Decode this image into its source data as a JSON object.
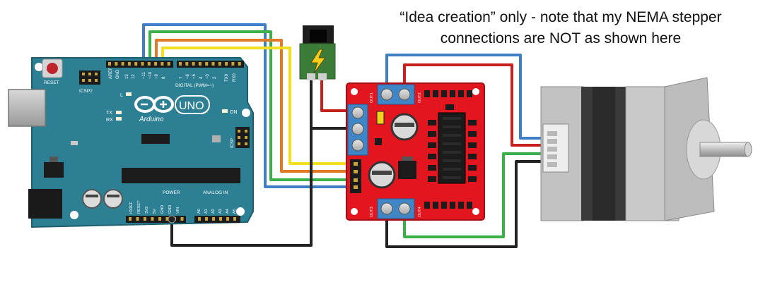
{
  "caption": {
    "line1": "“Idea creation” only - note that my NEMA stepper",
    "line2": "connections are NOT as shown here"
  },
  "arduino": {
    "logo": "Arduino",
    "model": "UNO",
    "reset": "RESET",
    "icsp2": "ICSP2",
    "icsp": "ICSP",
    "digital": "DIGITAL (PWM=~)",
    "led_l": "L",
    "led_tx": "TX",
    "led_rx": "RX",
    "on": "ON",
    "power": "POWER",
    "analog": "ANALOG IN",
    "tx0": "TX0",
    "rx0": "RX0",
    "aref": "AREF",
    "gnd": "GND",
    "pins_top": [
      "13",
      "12",
      "~11",
      "~10",
      "~9",
      "8",
      "7",
      "~6",
      "~5",
      "4",
      "~3",
      "2",
      "1",
      "0"
    ],
    "pins_power": [
      "IOREF",
      "RESET",
      "3V3",
      "5V",
      "GND",
      "GND",
      "VIN"
    ],
    "pins_analog": [
      "A0",
      "A1",
      "A2",
      "A3",
      "A4",
      "A5"
    ]
  },
  "driver": {
    "out1": "OUT1",
    "out2": "OUT2",
    "out3": "OUT3",
    "out4": "OUT4"
  },
  "colors": {
    "wire_blue": "#3f7fc6",
    "wire_green": "#3bb04a",
    "wire_orange": "#e07a24",
    "wire_yellow": "#f2e020",
    "wire_red": "#c8201e",
    "wire_black": "#222222",
    "board_arduino": "#2d7f94",
    "board_driver": "#e3161f",
    "stepper_body": "#3a3a3a"
  },
  "icons": {
    "power_jack": "lightning-bolt-icon",
    "arduino_logo": "infinity-icon"
  }
}
